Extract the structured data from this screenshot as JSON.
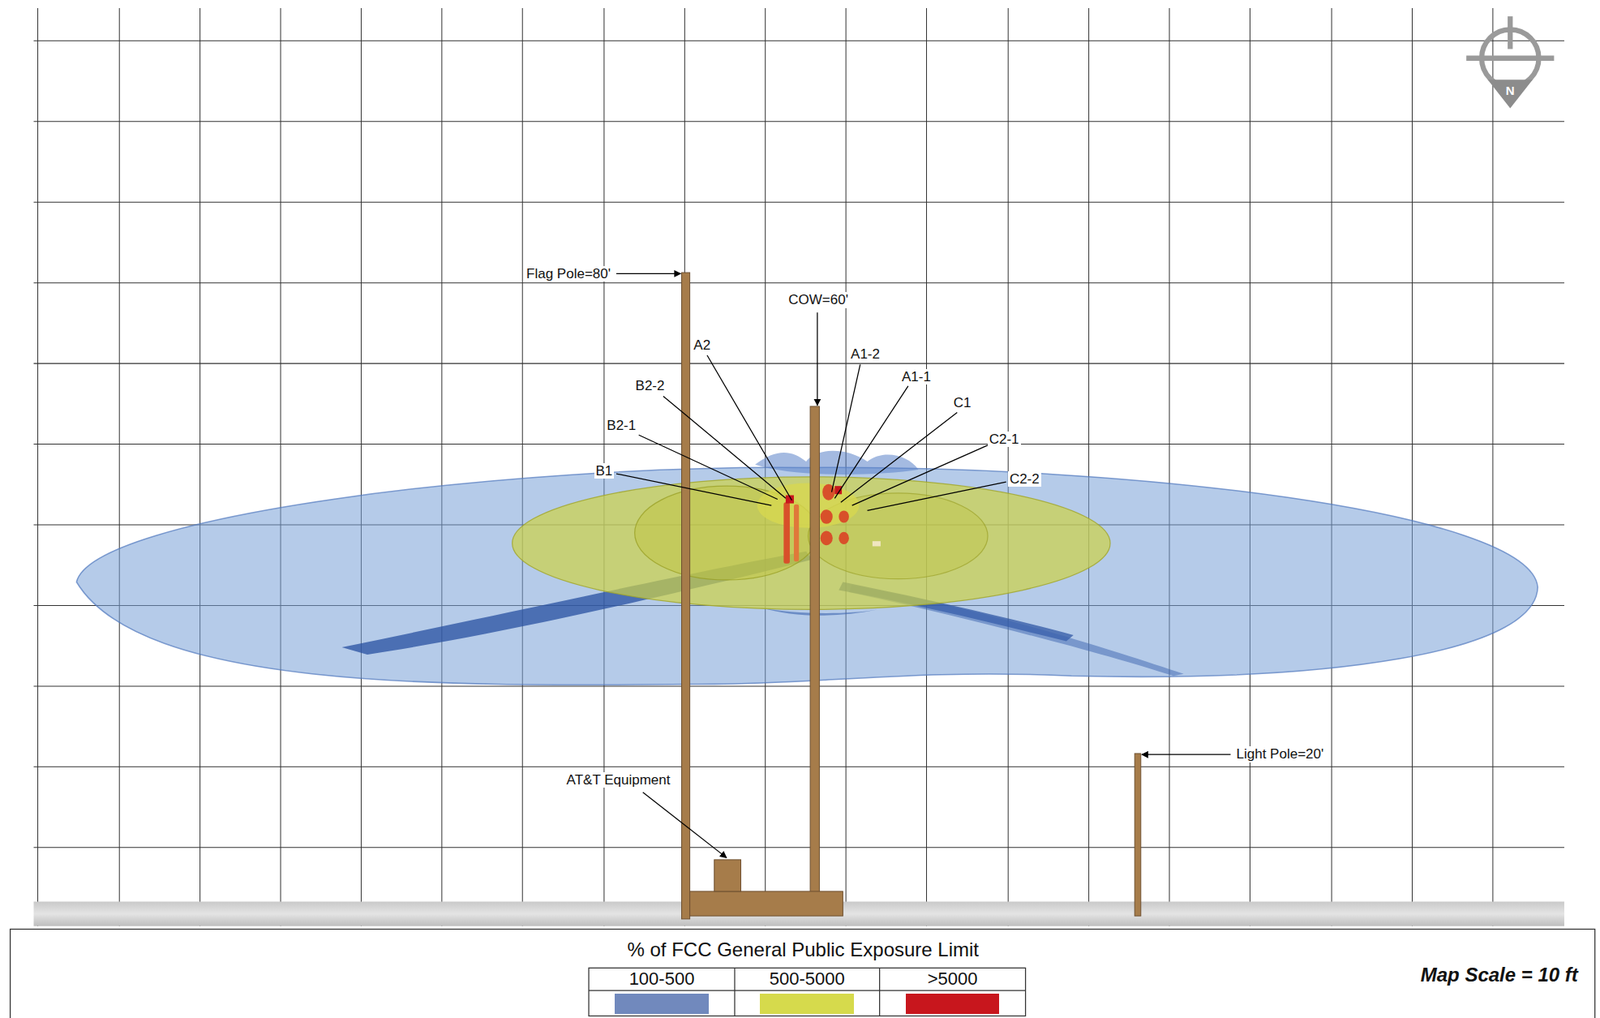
{
  "diagram": {
    "labels": [
      "N",
      "Flag Pole=80'",
      "COW=60'",
      "A2",
      "A1-2",
      "A1-1",
      "B2-2",
      "C1",
      "B2-1",
      "C2-1",
      "B1",
      "C2-2",
      "AT&T Equipment",
      "Light Pole=20'",
      "% of FCC General Public Exposure Limit",
      "Map Scale = 10 ft"
    ],
    "legend": [
      {
        "text": "100-500",
        "color": "#7189bd"
      },
      {
        "text": "500-5000",
        "color": "#d6da4c"
      },
      {
        "text": ">5000",
        "color": "#c8161d"
      }
    ]
  }
}
